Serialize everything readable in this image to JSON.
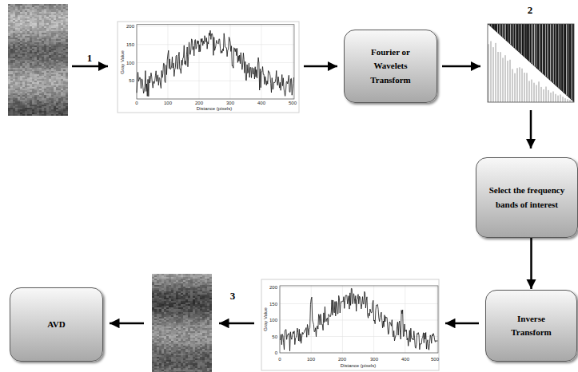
{
  "diagram": {
    "nodes": [
      {
        "text": [
          "Fourier or Wavelets Transform"
        ]
      },
      {
        "text": [
          "Select the frequency bands of interest"
        ]
      },
      {
        "text": [
          "Inverse Transform"
        ]
      },
      {
        "text": [
          "AVD"
        ]
      }
    ],
    "edges": [
      {
        "from": 1,
        "to": 2,
        "arrow": "to"
      }
    ],
    "labels": [
      "1",
      "200",
      "150",
      "100",
      "50",
      "Gray Value",
      "0",
      "100",
      "200",
      "300",
      "400",
      "500",
      "Distance (pixels)",
      "2",
      "200",
      "150",
      "100",
      "50",
      "0",
      "Gray Value",
      "0",
      "100",
      "200",
      "300",
      "400",
      "500",
      "Distance (pixels)",
      "3"
    ]
  }
}
